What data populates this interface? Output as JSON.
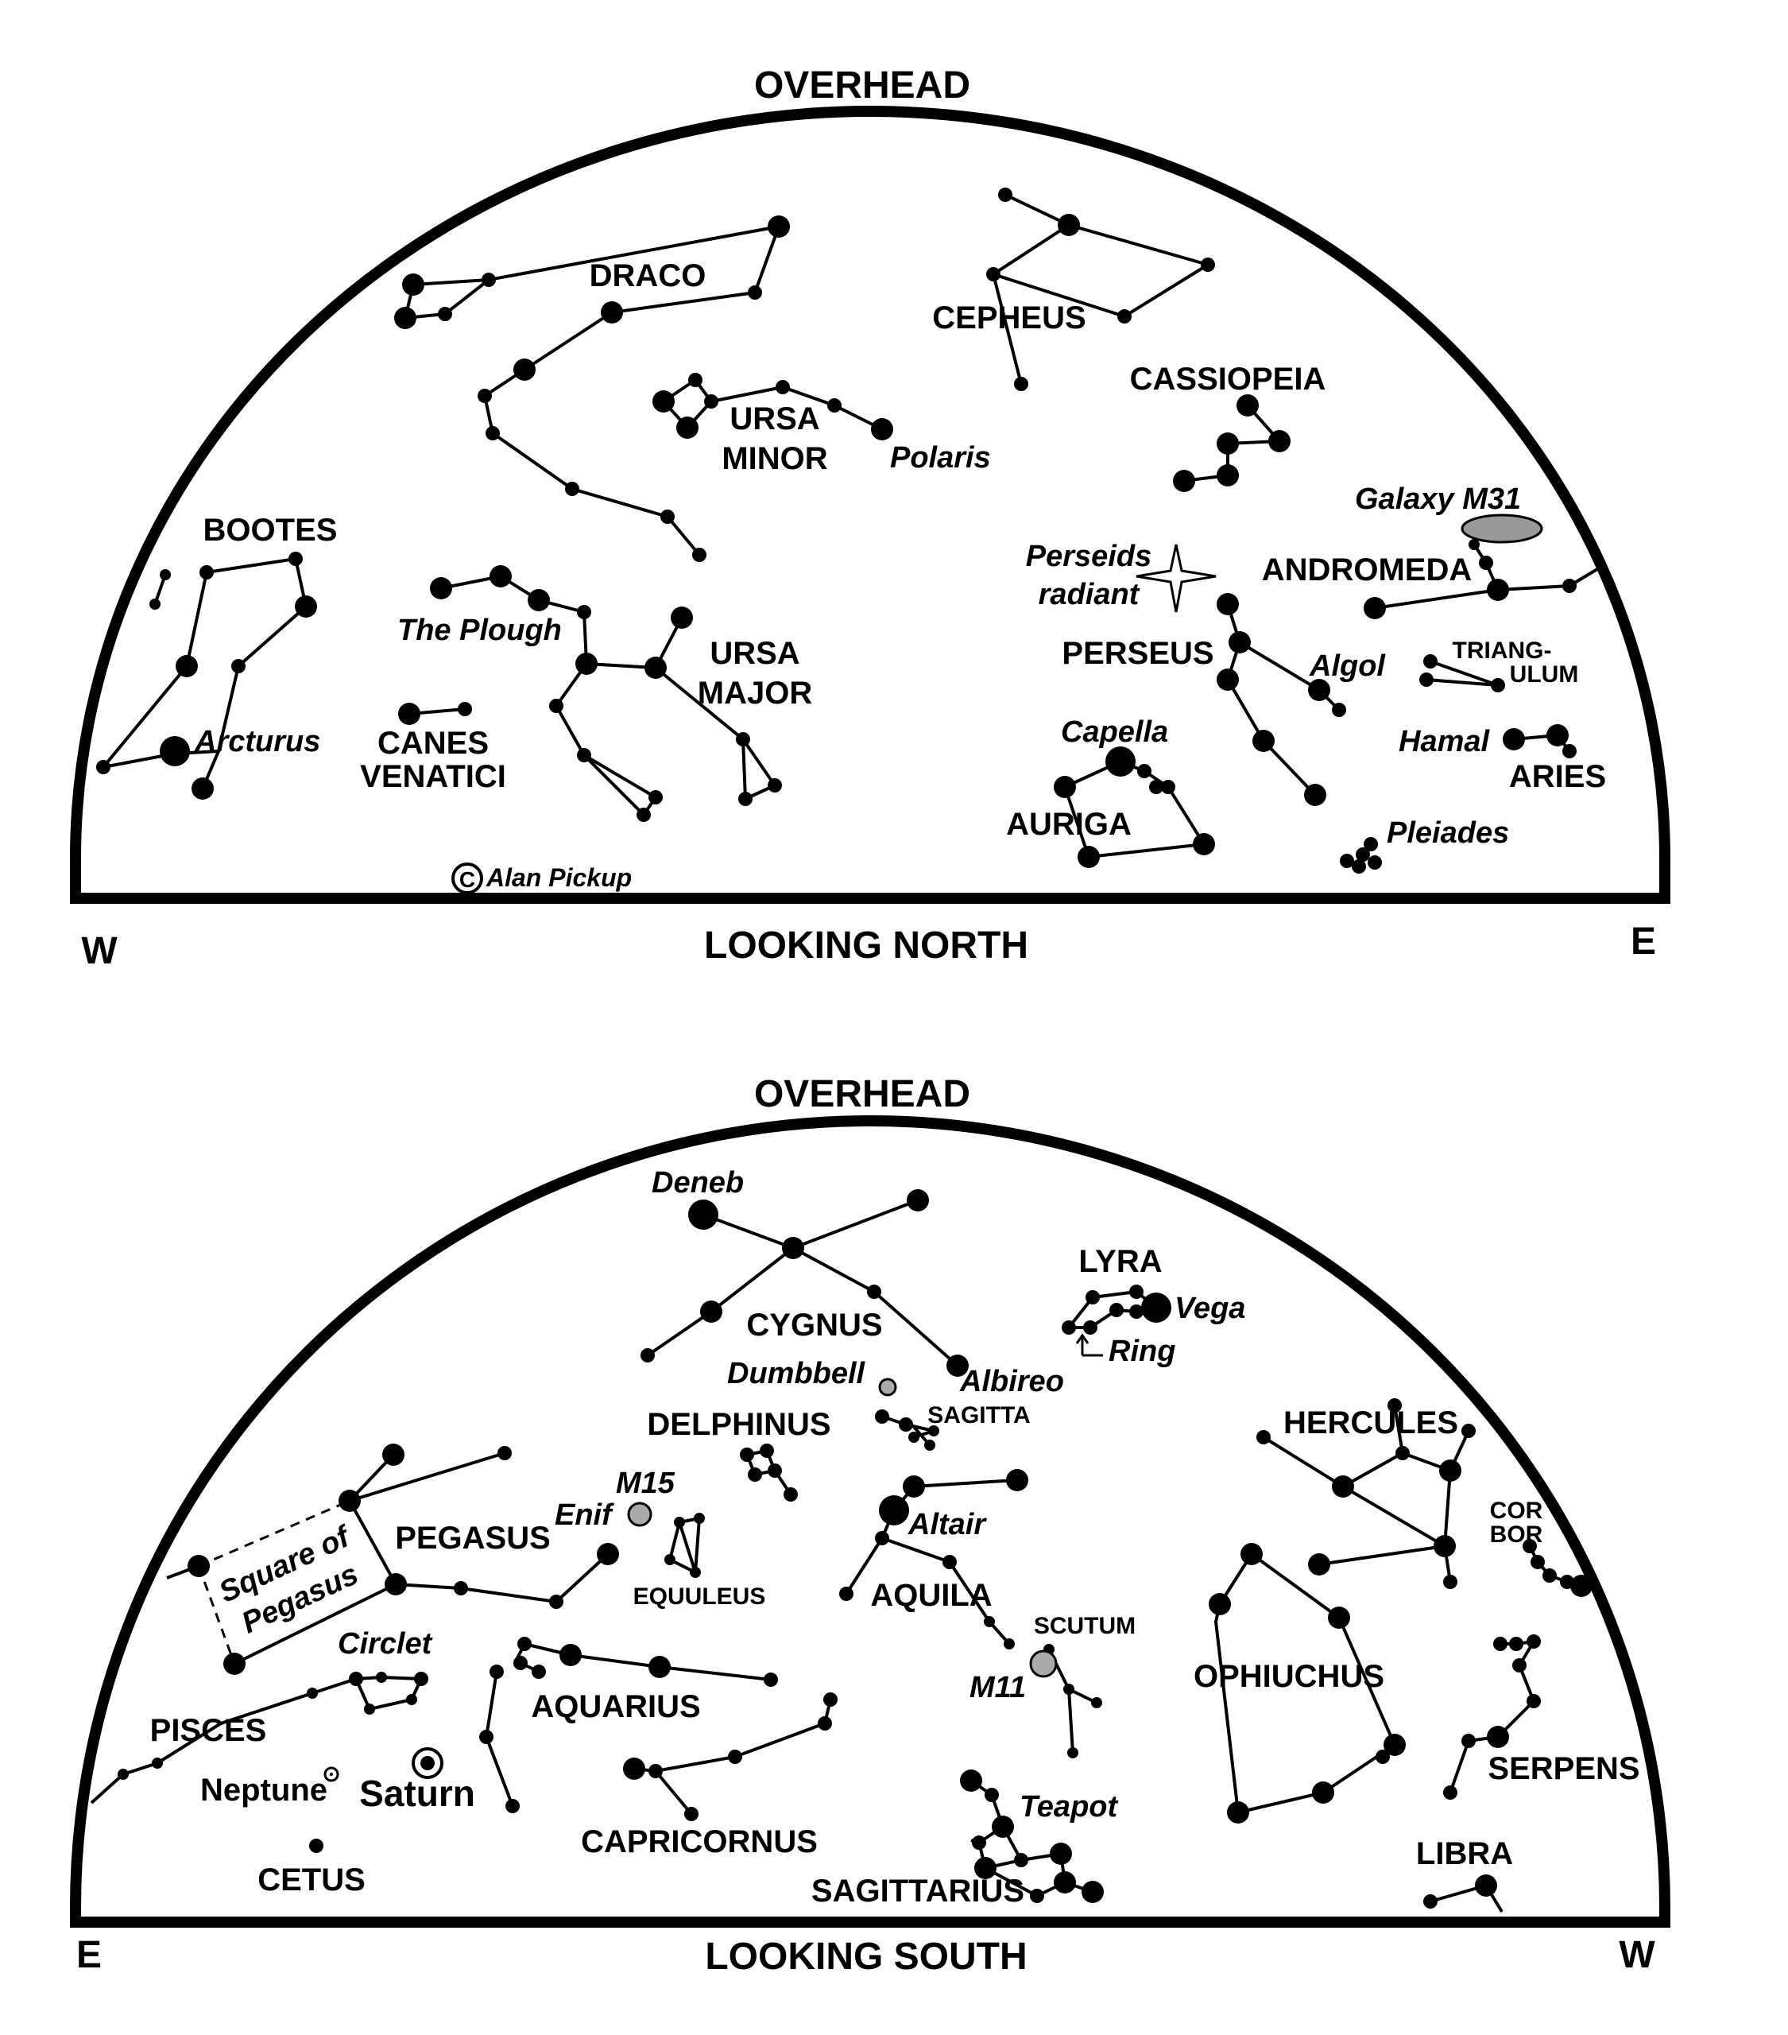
{
  "copyright": "Alan Pickup",
  "north_chart": {
    "overhead": "OVERHEAD",
    "looking": "LOOKING NORTH",
    "left_dir": "W",
    "right_dir": "E",
    "labels": {
      "draco": "DRACO",
      "cepheus": "CEPHEUS",
      "cassiopeia": "CASSIOPEIA",
      "ursa_minor_1": "URSA",
      "ursa_minor_2": "MINOR",
      "polaris": "Polaris",
      "galaxy_m31": "Galaxy M31",
      "perseids_1": "Perseids",
      "perseids_2": "radiant",
      "andromeda": "ANDROMEDA",
      "bootes": "BOOTES",
      "the_plough": "The Plough",
      "ursa_major_1": "URSA",
      "ursa_major_2": "MAJOR",
      "perseus": "PERSEUS",
      "algol": "Algol",
      "triangulum_1": "TRIANG-",
      "triangulum_2": "ULUM",
      "arcturus": "Arcturus",
      "canes_1": "CANES",
      "canes_2": "VENATICI",
      "capella": "Capella",
      "hamal": "Hamal",
      "aries": "ARIES",
      "auriga": "AURIGA",
      "pleiades": "Pleiades"
    }
  },
  "south_chart": {
    "overhead": "OVERHEAD",
    "looking": "LOOKING SOUTH",
    "left_dir": "E",
    "right_dir": "W",
    "labels": {
      "deneb": "Deneb",
      "lyra": "LYRA",
      "vega": "Vega",
      "cygnus": "CYGNUS",
      "ring": "Ring",
      "dumbbell": "Dumbbell",
      "albireo": "Albireo",
      "sagitta": "SAGITTA",
      "delphinus": "DELPHINUS",
      "hercules": "HERCULES",
      "m15": "M15",
      "enif": "Enif",
      "altair": "Altair",
      "cor_bor_1": "COR",
      "cor_bor_2": "BOR",
      "square_1": "Square of",
      "square_2": "Pegasus",
      "pegasus": "PEGASUS",
      "equuleus": "EQUULEUS",
      "aquila": "AQUILA",
      "scutum": "SCUTUM",
      "circlet": "Circlet",
      "m11": "M11",
      "ophiuchus": "OPHIUCHUS",
      "aquarius": "AQUARIUS",
      "pisces": "PISCES",
      "serpens": "SERPENS",
      "neptune": "Neptune",
      "saturn": "Saturn",
      "teapot": "Teapot",
      "capricornus": "CAPRICORNUS",
      "cetus": "CETUS",
      "sagittarius": "SAGITTARIUS",
      "libra": "LIBRA"
    }
  }
}
